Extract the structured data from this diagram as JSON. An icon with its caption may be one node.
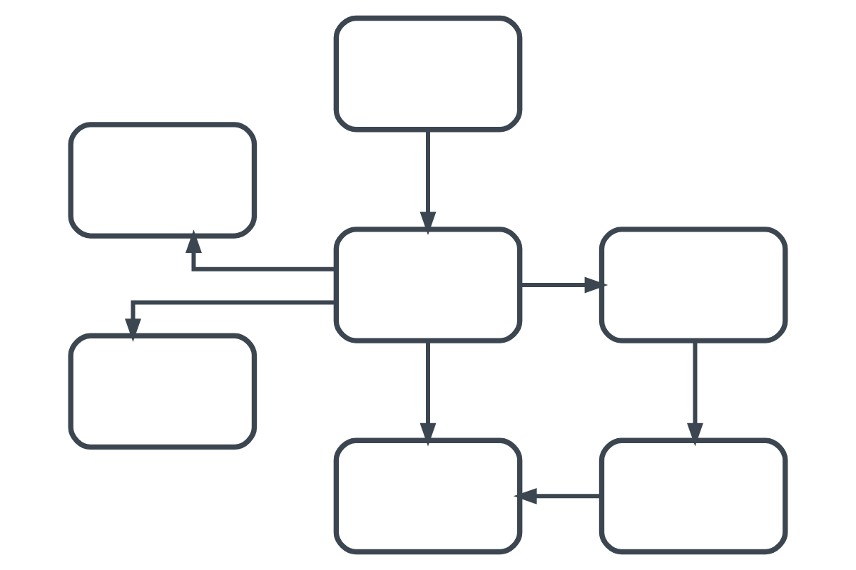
{
  "diagram": {
    "nodes": [
      {
        "text": [],
        "shape": "box"
      },
      {
        "text": [],
        "shape": "box"
      },
      {
        "text": [],
        "shape": "box"
      },
      {
        "text": [],
        "shape": "box"
      },
      {
        "text": [],
        "shape": "box"
      },
      {
        "text": [],
        "shape": "box"
      },
      {
        "text": [],
        "shape": "box"
      }
    ],
    "edges": [
      {
        "from": 0,
        "to": 1,
        "arrow": "to"
      },
      {
        "from": 1,
        "to": 2,
        "arrow": "to"
      },
      {
        "from": 1,
        "to": 3,
        "arrow": "to"
      },
      {
        "from": 1,
        "to": 4,
        "arrow": "to"
      },
      {
        "from": 1,
        "to": 5,
        "arrow": "to"
      },
      {
        "from": 3,
        "to": 6,
        "arrow": "to"
      },
      {
        "from": 6,
        "to": 5,
        "arrow": "to"
      }
    ]
  }
}
